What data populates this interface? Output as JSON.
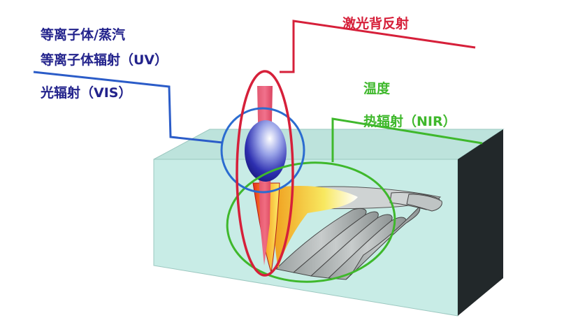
{
  "colors": {
    "laser": "#d6203a",
    "plasma": "#2f2fa8",
    "plasma_line": "#2b5cc8",
    "thermal": "#3fb82c",
    "block_front": "#c8ece6",
    "block_top": "#bde3dc",
    "block_side": "#22282a"
  },
  "labels": {
    "laser_back_reflection": "激光背反射",
    "plasma_vapor": "等离子体/蒸汽",
    "plasma_radiation": "等离子体辐射（UV）",
    "light_radiation": "光辐射（VIS）",
    "temperature": "温度",
    "thermal_radiation": "热辐射（NIR）"
  }
}
